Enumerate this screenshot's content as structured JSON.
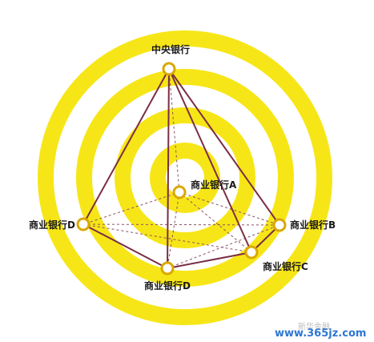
{
  "diagram": {
    "colors": {
      "ring": "#F7E617",
      "edge_solid": "#7A2E45",
      "edge_dashed": "#8A5060",
      "node_fill": "#ffffff",
      "node_stroke": "#D9A800",
      "label": "#1a1a1a"
    },
    "nodes": [
      {
        "key": "central",
        "label": "中央银行"
      },
      {
        "key": "bank_a",
        "label": "商业银行A"
      },
      {
        "key": "bank_b",
        "label": "商业银行B"
      },
      {
        "key": "bank_c",
        "label": "商业银行C"
      },
      {
        "key": "bank_d_left",
        "label": "商业银行D"
      },
      {
        "key": "bank_d_bottom",
        "label": "商业银行D"
      }
    ],
    "solid_edges": [
      [
        "central",
        "bank_d_left"
      ],
      [
        "central",
        "bank_d_bottom"
      ],
      [
        "central",
        "bank_c"
      ],
      [
        "central",
        "bank_b"
      ],
      [
        "bank_d_left",
        "bank_d_bottom"
      ],
      [
        "bank_d_bottom",
        "bank_c"
      ],
      [
        "bank_c",
        "bank_b"
      ]
    ],
    "dashed_edges": [
      [
        "central",
        "bank_a"
      ],
      [
        "bank_a",
        "bank_d_left"
      ],
      [
        "bank_a",
        "bank_b"
      ],
      [
        "bank_a",
        "bank_c"
      ],
      [
        "bank_a",
        "bank_d_bottom"
      ],
      [
        "bank_d_left",
        "bank_b"
      ],
      [
        "bank_d_left",
        "bank_c"
      ],
      [
        "bank_d_bottom",
        "bank_b"
      ]
    ]
  },
  "watermark": {
    "text": "新华金融",
    "url": "www.365jz.com"
  }
}
